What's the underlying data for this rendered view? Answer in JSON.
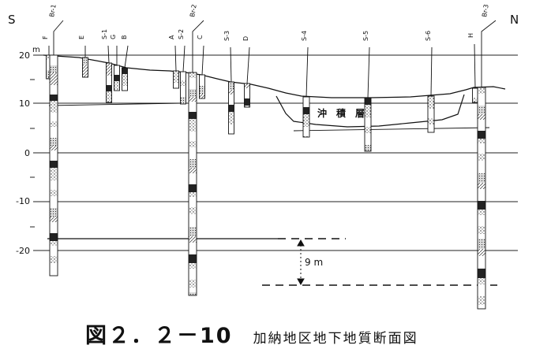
{
  "direction": {
    "left": "S",
    "right": "N"
  },
  "elevation_unit": "m",
  "elevation_labels": [
    "20",
    "10",
    "0",
    "-10",
    "-20"
  ],
  "boreholes": [
    {
      "id": "F",
      "label": "F"
    },
    {
      "id": "Br-1",
      "label": "Br-1"
    },
    {
      "id": "E",
      "label": "E"
    },
    {
      "id": "S-1",
      "label": "S-1"
    },
    {
      "id": "G",
      "label": "G"
    },
    {
      "id": "B",
      "label": "B"
    },
    {
      "id": "A",
      "label": "A"
    },
    {
      "id": "S-2",
      "label": "S-2"
    },
    {
      "id": "Br-2",
      "label": "Br-2"
    },
    {
      "id": "C",
      "label": "C"
    },
    {
      "id": "S-3",
      "label": "S-3"
    },
    {
      "id": "D",
      "label": "D"
    },
    {
      "id": "S-4",
      "label": "S-4"
    },
    {
      "id": "S-5",
      "label": "S-5"
    },
    {
      "id": "S-6",
      "label": "S-6"
    },
    {
      "id": "H",
      "label": "H"
    },
    {
      "id": "Br-3",
      "label": "Br-3"
    }
  ],
  "layer_label": "沖　積　層",
  "thickness_annotation": "9 m",
  "caption": {
    "figure_number": "図２．２－10",
    "title": "加納地区地下地質断面図"
  }
}
